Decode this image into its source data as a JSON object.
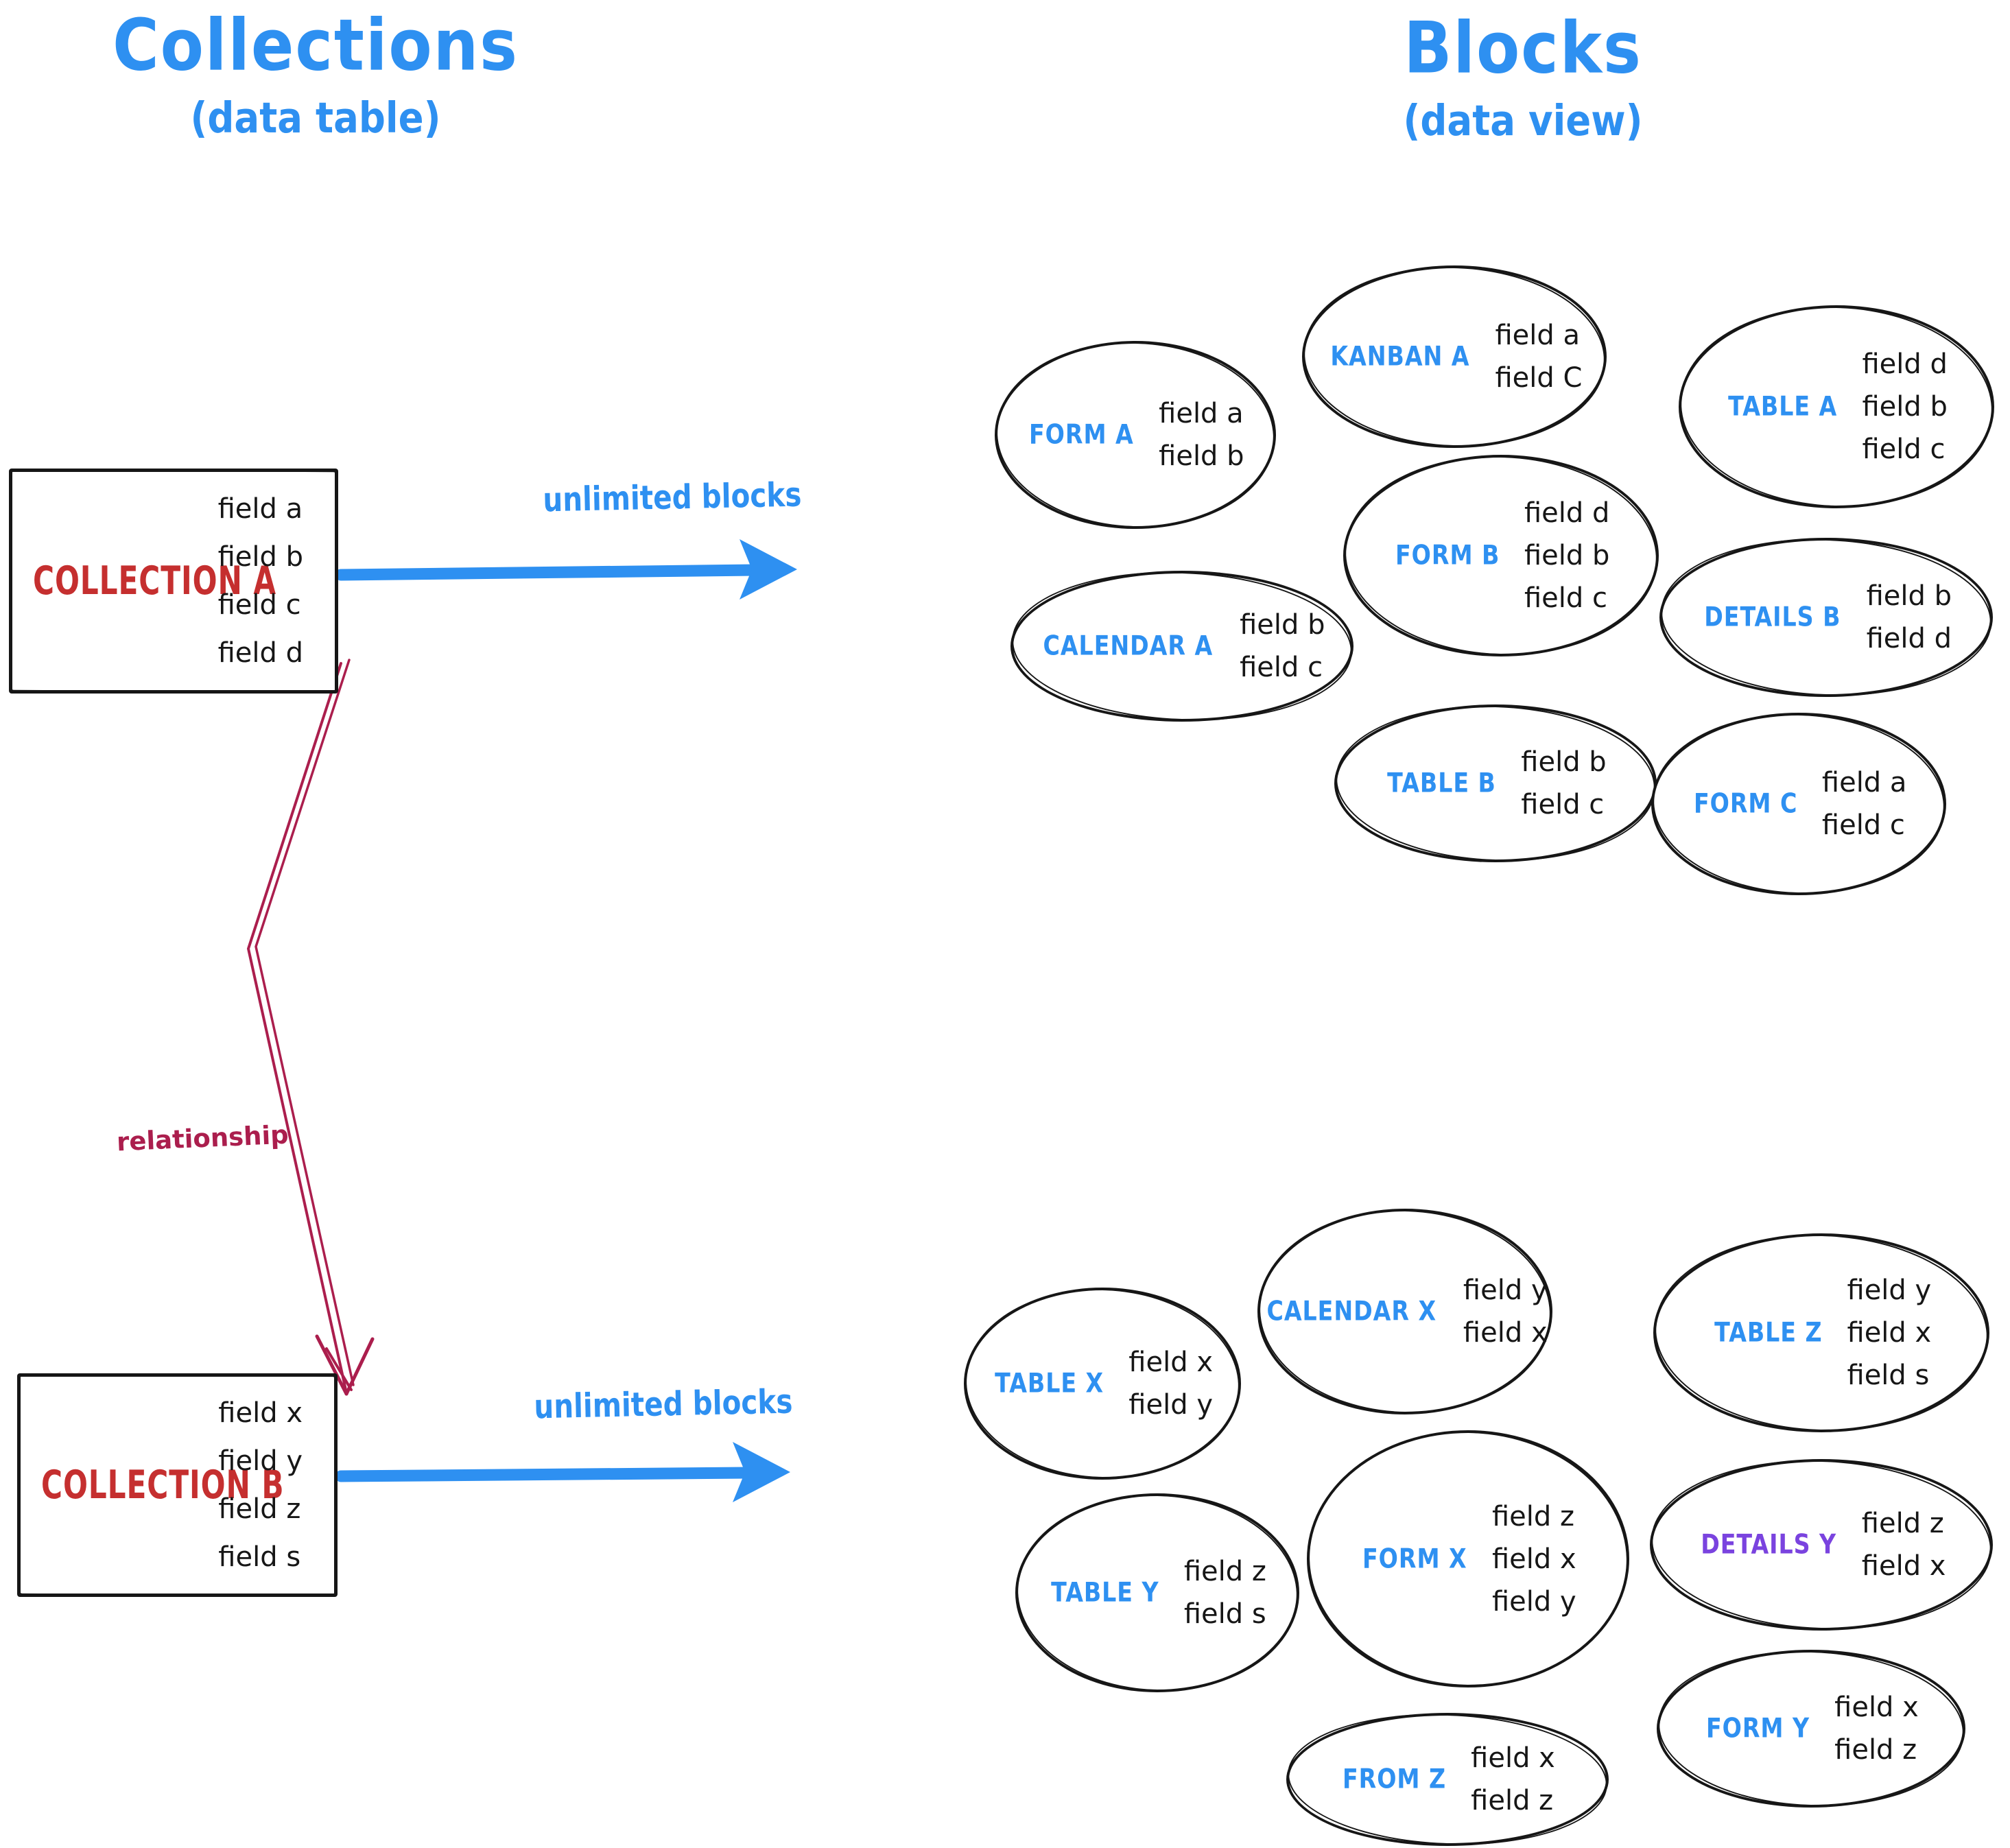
{
  "headers": {
    "left": {
      "title": "Collections",
      "subtitle": "(data table)"
    },
    "right": {
      "title": "Blocks",
      "subtitle": "(data view)"
    }
  },
  "collections": [
    {
      "name": "COLLECTION A",
      "fields": [
        "field a",
        "field b",
        "field c",
        "field d"
      ]
    },
    {
      "name": "COLLECTION B",
      "fields": [
        "field x",
        "field y",
        "field z",
        "field s"
      ]
    }
  ],
  "labels": {
    "arrow_top": "unlimited blocks",
    "arrow_bottom": "unlimited blocks",
    "relationship": "relationship"
  },
  "blocks": [
    {
      "label": "FORM A",
      "fields": [
        "field a",
        "field b"
      ]
    },
    {
      "label": "KANBAN A",
      "fields": [
        "field a",
        "field C"
      ]
    },
    {
      "label": "TABLE A",
      "fields": [
        "field d",
        "field b",
        "field c"
      ]
    },
    {
      "label": "CALENDAR A",
      "fields": [
        "field b",
        "field c"
      ]
    },
    {
      "label": "FORM B",
      "fields": [
        "field d",
        "field b",
        "field c"
      ]
    },
    {
      "label": "DETAILS B",
      "fields": [
        "field b",
        "field d"
      ]
    },
    {
      "label": "TABLE B",
      "fields": [
        "field b",
        "field c"
      ]
    },
    {
      "label": "FORM C",
      "fields": [
        "field a",
        "field c"
      ]
    },
    {
      "label": "TABLE X",
      "fields": [
        "field x",
        "field y"
      ]
    },
    {
      "label": "CALENDAR X",
      "fields": [
        "field y",
        "field x"
      ]
    },
    {
      "label": "TABLE Z",
      "fields": [
        "field y",
        "field x",
        "field s"
      ]
    },
    {
      "label": "TABLE Y",
      "fields": [
        "field z",
        "field s"
      ]
    },
    {
      "label": "FORM X",
      "fields": [
        "field z",
        "field x",
        "field y"
      ]
    },
    {
      "label": "DETAILS Y",
      "fields": [
        "field z",
        "field x"
      ]
    },
    {
      "label": "FROM Z",
      "fields": [
        "field x",
        "field z"
      ]
    },
    {
      "label": "FORM Y",
      "fields": [
        "field x",
        "field z"
      ]
    }
  ],
  "colors": {
    "accent_blue": "#2e90f1",
    "collection_red": "#c52f2f",
    "relationship_crimson": "#ab1e4d",
    "details_purple": "#7a43df",
    "ink": "#161616"
  }
}
